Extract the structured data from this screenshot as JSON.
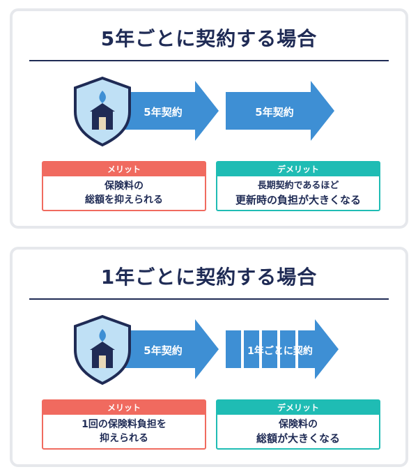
{
  "sections": [
    {
      "title": "5年ごとに契約する場合",
      "arrow1_label": "5年契約",
      "arrow2_label": "5年契約",
      "merit": {
        "header": "メリット",
        "line1": "保険料の",
        "line2": "総額を抑えられる"
      },
      "demerit": {
        "header": "デメリット",
        "line1": "長期契約であるほど",
        "line2": "更新時の負担が大きくなる"
      }
    },
    {
      "title": "1年ごとに契約する場合",
      "arrow1_label": "5年契約",
      "arrow2_label": "1年ごとに契約",
      "merit": {
        "header": "メリット",
        "line1": "1回の保険料負担を",
        "line2": "抑えられる"
      },
      "demerit": {
        "header": "デメリット",
        "line1": "保険料の",
        "line2": "総額が大きくなる"
      }
    }
  ],
  "icons": {
    "shield": "shield-house-fire-icon"
  },
  "colors": {
    "navy": "#1f2b55",
    "arrow_blue": "#3e8fd4",
    "merit": "#f06a5f",
    "demerit": "#1fbcb4",
    "shield_fill": "#bfe0f5",
    "card_border": "#e6e8ec"
  }
}
